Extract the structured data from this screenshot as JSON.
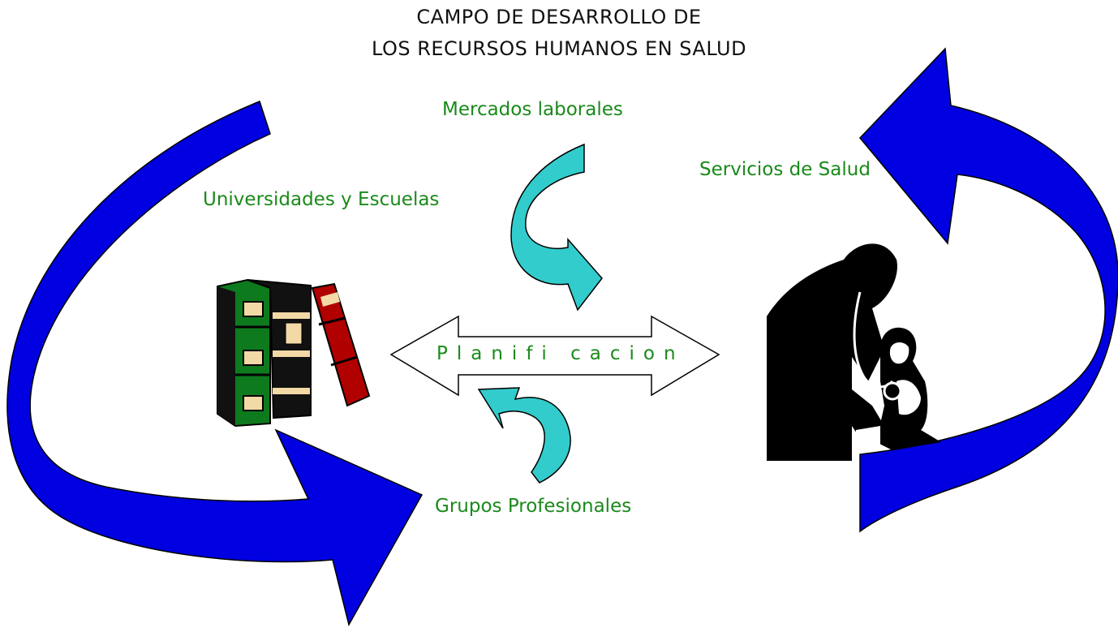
{
  "title": {
    "line1": "CAMPO DE DESARROLLO DE",
    "line2": "LOS RECURSOS HUMANOS EN SALUD"
  },
  "labels": {
    "mercados": "Mercados laborales",
    "servicios": "Servicios de Salud",
    "universidades": "Universidades y Escuelas",
    "planificacion": "Planifi cacion",
    "grupos": "Grupos Profesionales"
  },
  "colors": {
    "big_arrow": "#0000e0",
    "small_arrow": "#33cccc",
    "label_text": "#1a8a1a",
    "book_green": "#0e7a1e",
    "book_black": "#111111",
    "book_red": "#b00000",
    "book_band": "#f2d9a6"
  },
  "icons": {
    "books": "books-icon",
    "doctor": "doctor-examining-child-icon"
  }
}
